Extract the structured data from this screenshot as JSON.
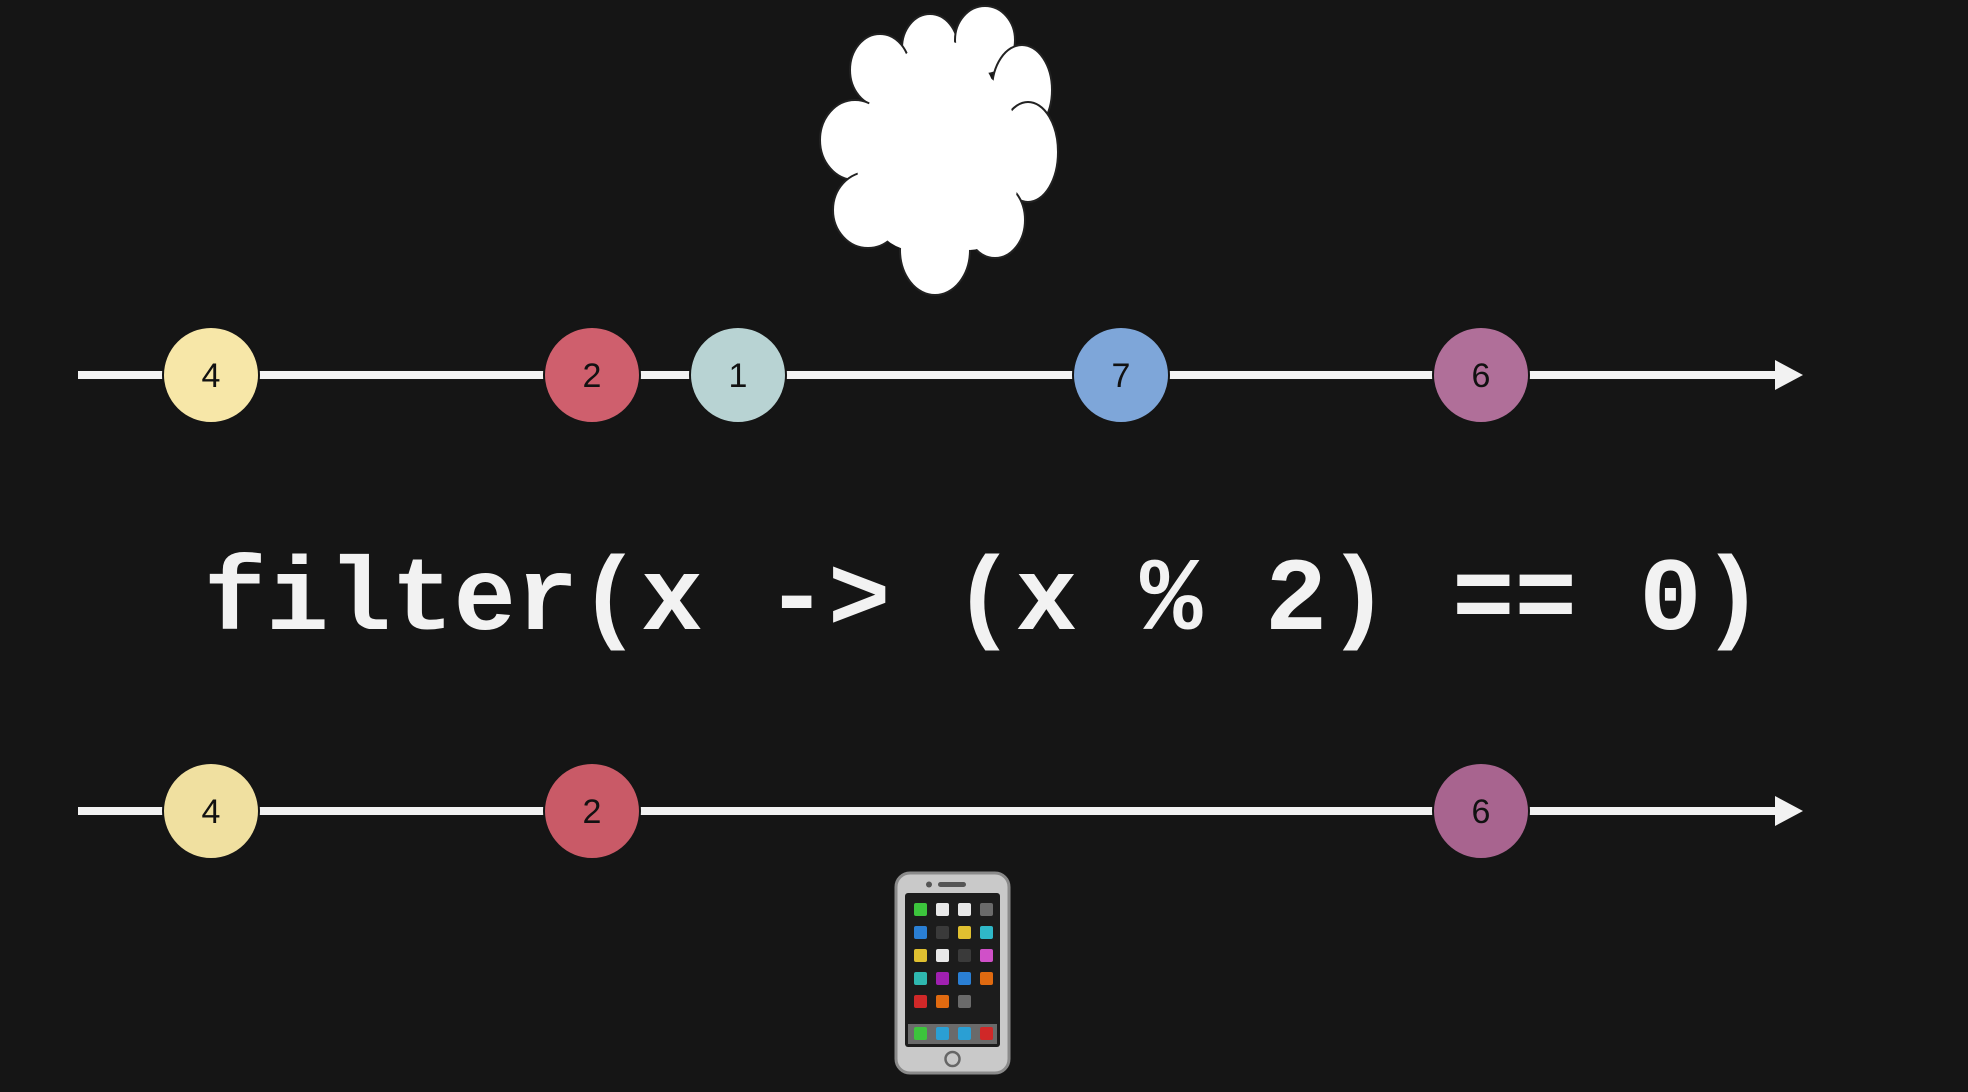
{
  "operator": {
    "code": "filter(x -> (x % 2) == 0)"
  },
  "cloud": {
    "icon": "cloud-icon"
  },
  "device": {
    "icon": "smartphone-icon"
  },
  "streams": [
    {
      "name": "input-stream",
      "marbles": [
        {
          "label": "4",
          "color": "#f7e7a8"
        },
        {
          "label": "2",
          "color": "#cf5f6d"
        },
        {
          "label": "1",
          "color": "#b8d3d3"
        },
        {
          "label": "7",
          "color": "#7ea6d9"
        },
        {
          "label": "6",
          "color": "#b06f99"
        }
      ]
    },
    {
      "name": "output-stream",
      "marbles": [
        {
          "label": "4",
          "color": "#f0e0a0"
        },
        {
          "label": "2",
          "color": "#c95a67"
        },
        {
          "label": "6",
          "color": "#a8648f"
        }
      ]
    }
  ]
}
